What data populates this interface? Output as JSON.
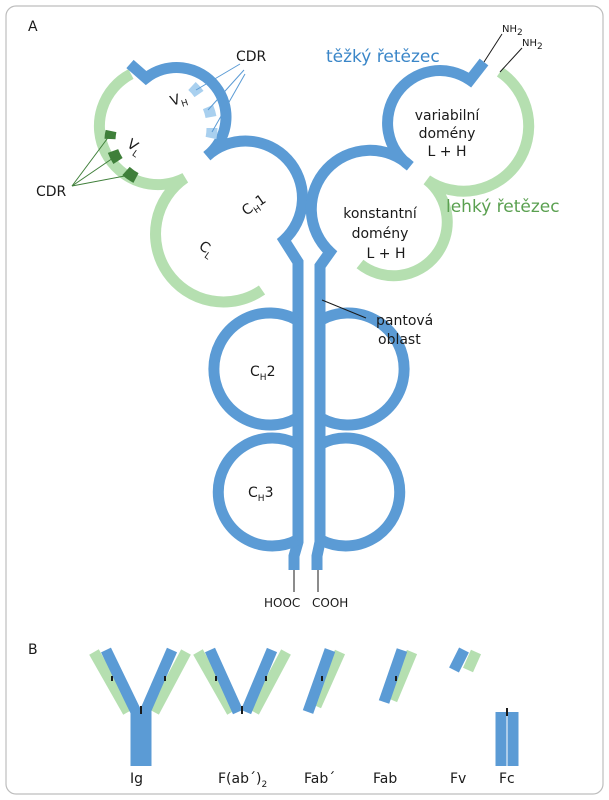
{
  "panels": {
    "a": "A",
    "b": "B"
  },
  "chains": {
    "heavy": "těžký řetězec",
    "light": "lehký řetězec"
  },
  "cdr": {
    "top": "CDR",
    "left": "CDR"
  },
  "amino": {
    "nh": "NH",
    "nh_sub": "2"
  },
  "domains": {
    "vh_main": "V",
    "vh_sub": "H",
    "vl_main": "V",
    "vl_sub": "L",
    "ch1_main": "C",
    "ch1_sub": "H",
    "ch1_num": "1",
    "cl_main": "C",
    "cl_sub": "L",
    "ch2_main": "C",
    "ch2_sub": "H",
    "ch2_num": "2",
    "ch3_main": "C",
    "ch3_sub": "H",
    "ch3_num": "3"
  },
  "right_labels": {
    "var1": "variabilní",
    "var2": "domény",
    "var3": "L + H",
    "con1": "konstantní",
    "con2": "domény",
    "con3": "L + H"
  },
  "hinge": {
    "line1": "pantová",
    "line2": "oblast"
  },
  "termini": {
    "left": "HOOC",
    "right": "COOH"
  },
  "fragments": {
    "ig": "Ig",
    "fab2_main": "F(ab´)",
    "fab2_sub": "2",
    "fab_prime": "Fab´",
    "fab": "Fab",
    "fv": "Fv",
    "fc": "Fc"
  },
  "colors": {
    "heavy": "#5b9bd5",
    "light": "#b5dfb0",
    "cdr_dark": "#3f7f3a",
    "cdr_mid": "#6aa25e",
    "cdr_pale": "#a9d0ef",
    "heavy_label": "#3a86c8",
    "light_label": "#5aa050"
  }
}
